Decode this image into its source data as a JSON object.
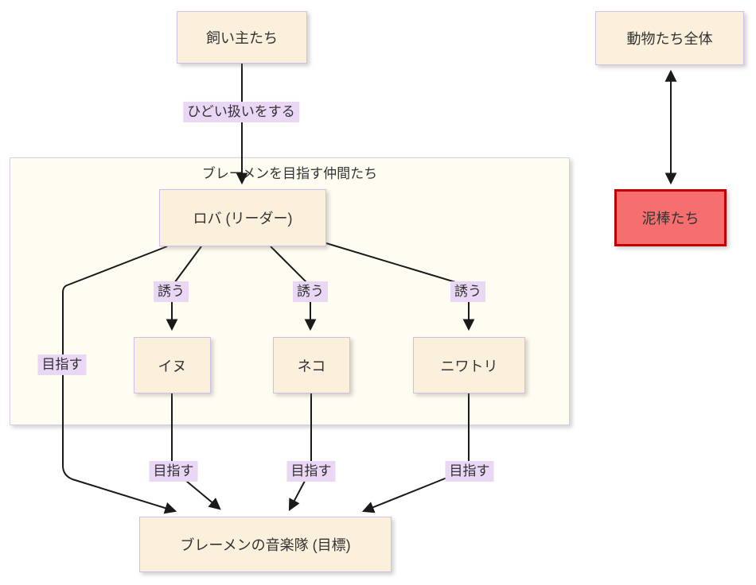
{
  "diagram": {
    "nodes": {
      "owners": "飼い主たち",
      "donkey": "ロバ (リーダー)",
      "dog": "イヌ",
      "cat": "ネコ",
      "rooster": "ニワトリ",
      "goal": "ブレーメンの音楽隊 (目標)",
      "animals_all": "動物たち全体",
      "thieves": "泥棒たち"
    },
    "subgraph": {
      "title": "ブレーメンを目指す仲間たち"
    },
    "edge_labels": {
      "mistreat": "ひどい扱いをする",
      "invite_dog": "誘う",
      "invite_cat": "誘う",
      "invite_rooster": "誘う",
      "aim_donkey": "目指す",
      "aim_dog": "目指す",
      "aim_cat": "目指す",
      "aim_rooster": "目指す"
    },
    "colors": {
      "node_fill": "#faf0dc",
      "node_border": "#cfc0e8",
      "cluster_fill": "#fffdf2",
      "cluster_border": "#d9cdeb",
      "label_bg": "#e9d7f5",
      "thieves_fill": "#f76e6e",
      "thieves_border": "#c00000",
      "edge_color": "#1a1a1a",
      "text_color": "#333333"
    }
  }
}
